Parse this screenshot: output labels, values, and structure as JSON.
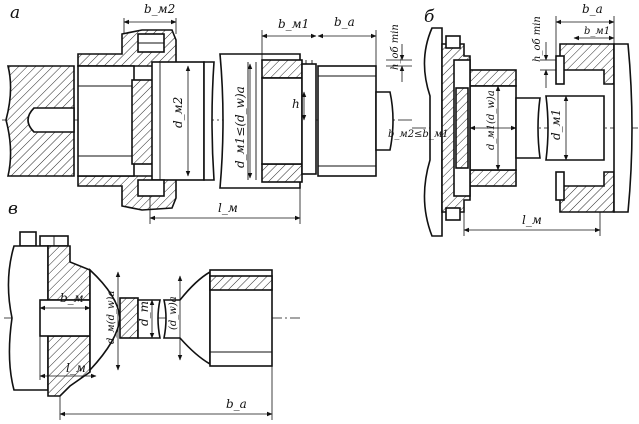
{
  "panels": {
    "a": {
      "letter": "a",
      "labels": {
        "b_m2": "b_м2",
        "b_m1": "b_м1",
        "b_a": "b_a",
        "h_ob_min": "h_об min",
        "h": "h",
        "d_m2": "d_м2",
        "d_m1_cond": "d_м1≤(d_w)a",
        "l_m": "l_м"
      }
    },
    "b": {
      "letter": "б",
      "labels": {
        "b_a": "b_a",
        "b_m1": "b_м1",
        "h_ob_min": "h_об min",
        "b_cond": "b_м2≤b_м1",
        "d_m1_dw": "d_м1(d_w)a",
        "d_m1": "d_м1",
        "l_m": "l_м"
      }
    },
    "v": {
      "letter": "в",
      "labels": {
        "b_m": "b_м",
        "d_m_dw": "d_м(d_w)a",
        "d_t": "d_т",
        "dw_a": "(d_w)a",
        "l_m": "l_м",
        "b_a": "b_a"
      }
    }
  },
  "colors": {
    "ink": "#111111",
    "paper": "#ffffff"
  }
}
